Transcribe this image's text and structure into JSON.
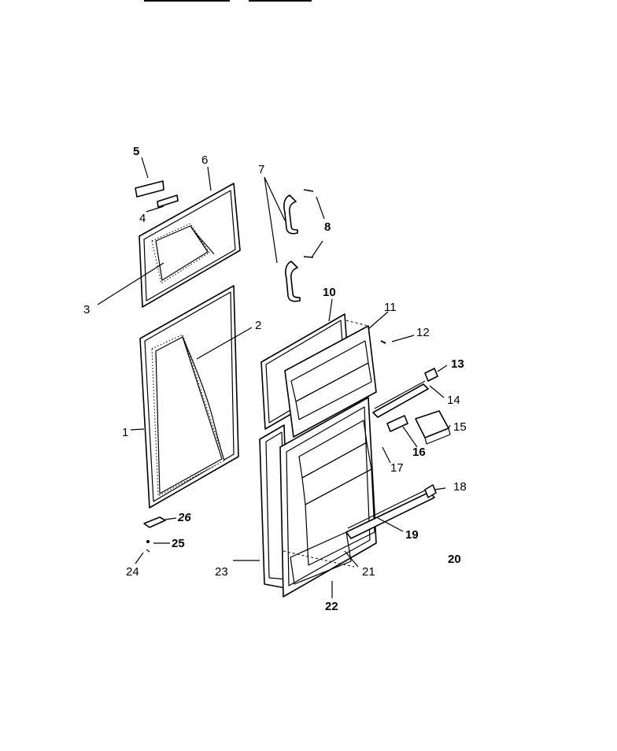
{
  "diagram": {
    "callouts": [
      {
        "id": "c1",
        "text": "1"
      },
      {
        "id": "c2",
        "text": "2"
      },
      {
        "id": "c3",
        "text": "3"
      },
      {
        "id": "c4",
        "text": "4"
      },
      {
        "id": "c5",
        "text": "5"
      },
      {
        "id": "c6",
        "text": "6"
      },
      {
        "id": "c7",
        "text": "7"
      },
      {
        "id": "c8",
        "text": "8"
      },
      {
        "id": "c10",
        "text": "10"
      },
      {
        "id": "c11",
        "text": "11"
      },
      {
        "id": "c12",
        "text": "12"
      },
      {
        "id": "c13",
        "text": "13"
      },
      {
        "id": "c14",
        "text": "14"
      },
      {
        "id": "c15",
        "text": "15"
      },
      {
        "id": "c16",
        "text": "16"
      },
      {
        "id": "c17",
        "text": "17"
      },
      {
        "id": "c18",
        "text": "18"
      },
      {
        "id": "c19",
        "text": "19"
      },
      {
        "id": "c20",
        "text": "20"
      },
      {
        "id": "c21",
        "text": "21"
      },
      {
        "id": "c22",
        "text": "22"
      },
      {
        "id": "c23",
        "text": "23"
      },
      {
        "id": "c24",
        "text": "24"
      },
      {
        "id": "c25",
        "text": "25"
      },
      {
        "id": "c26",
        "text": "26"
      }
    ]
  }
}
